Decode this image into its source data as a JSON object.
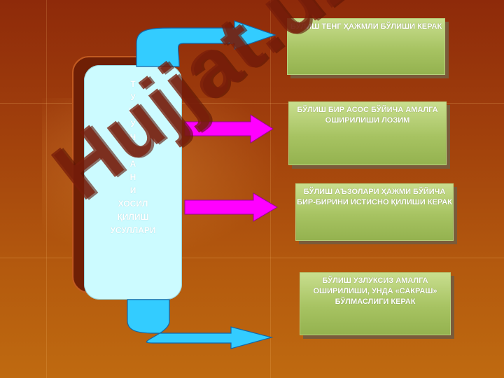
{
  "pillar": {
    "text": "Т\nУ\nШ\nУ\nН\nЧ\nА\nН\nИ\nХОСИЛ\nҚИЛИШ\nУСУЛЛАРИ"
  },
  "boxes": [
    {
      "text": "БЎЛИШ  ТЕНГ ҲАЖМЛИ БЎЛИШИ КЕРАК"
    },
    {
      "text": "БЎЛИШ БИР АСОС БЎЙИЧА АМАЛГА ОШИРИЛИШИ ЛОЗИМ"
    },
    {
      "text": "БЎЛИШ АЪЗОЛАРИ ҲАЖМИ БЎЙИЧА БИР-БИРИНИ ИСТИСНО ҚИЛИШИ КЕРАК"
    },
    {
      "text": "БЎЛИШ УЗЛУКСИЗ АМАЛГА ОШИРИЛИШИ, УНДА «САКРАШ» БЎЛМАСЛИГИ КЕРАК"
    }
  ],
  "watermark": {
    "text": "Hujjat.uz"
  },
  "colors": {
    "arrow_blue": "#33ccff",
    "arrow_magenta": "#ff00ff",
    "box_green": "#a7c362",
    "pillar": "#ccfbff"
  }
}
